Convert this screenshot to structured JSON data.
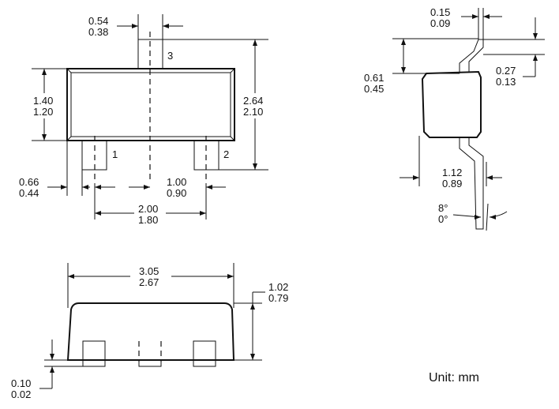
{
  "top_view": {
    "lead_width": {
      "max": "0.54",
      "min": "0.38"
    },
    "body_width": {
      "max": "1.40",
      "min": "1.20"
    },
    "overall_width": {
      "max": "2.64",
      "min": "2.10"
    },
    "lead_length": {
      "max": "0.66",
      "min": "0.44"
    },
    "lead_pitch": {
      "max": "1.00",
      "min": "0.90"
    },
    "lead_span": {
      "max": "2.00",
      "min": "1.80"
    },
    "pin_labels": [
      "1",
      "2",
      "3"
    ]
  },
  "side_view": {
    "lead_thickness": {
      "max": "0.15",
      "min": "0.09"
    },
    "standoff_top": {
      "max": "0.61",
      "min": "0.45"
    },
    "lead_height": {
      "max": "0.27",
      "min": "0.13"
    },
    "body_height": {
      "max": "1.12",
      "min": "0.89"
    },
    "lead_angle": {
      "max": "8°",
      "min": "0°"
    }
  },
  "front_view": {
    "body_length": {
      "max": "3.05",
      "min": "2.67"
    },
    "total_height": {
      "max": "1.02",
      "min": "0.79"
    },
    "standoff": {
      "max": "0.10",
      "min": "0.02"
    }
  },
  "unit_label": "Unit: mm"
}
